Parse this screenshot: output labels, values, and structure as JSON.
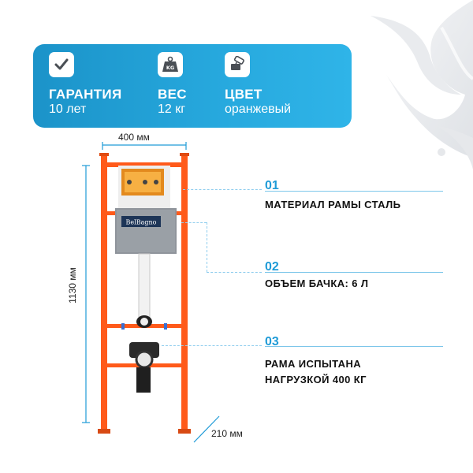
{
  "features": [
    {
      "title": "ГАРАНТИЯ",
      "value": "10 лет",
      "icon": "checkmark-icon"
    },
    {
      "title": "ВЕС",
      "value": "12 кг",
      "icon": "weight-kg-icon"
    },
    {
      "title": "ЦВЕТ",
      "value": "оранжевый",
      "icon": "paint-roller-icon"
    }
  ],
  "weight_badge": "KG",
  "dimensions": {
    "width": "400 мм",
    "height": "1130 мм",
    "depth": "210 мм"
  },
  "brand": "BelBagno",
  "callouts": [
    {
      "number": "01",
      "lines": [
        "МАТЕРИАЛ РАМЫ СТАЛЬ"
      ]
    },
    {
      "number": "02",
      "lines": [
        "ОБЪЕМ БАЧКА: 6 Л"
      ]
    },
    {
      "number": "03",
      "lines": [
        "РАМА ИСПЫТАНА",
        "НАГРУЗКОЙ 400 КГ"
      ]
    }
  ],
  "colors": {
    "accent": "#1f9bd7",
    "frame": "#ff5a1a",
    "banner": "#27a9de"
  }
}
